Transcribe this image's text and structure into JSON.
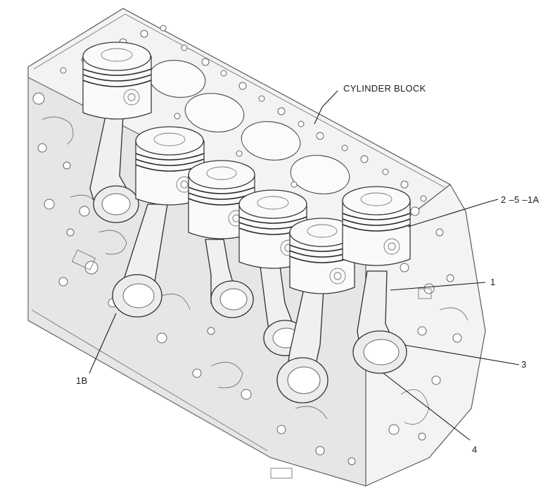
{
  "labels": {
    "cylinder_block": "CYLINDER BLOCK",
    "ref_2_5_1a": "2 –5 –1A",
    "ref_1": "1",
    "ref_1b": "1B",
    "ref_3": "3",
    "ref_4": "4"
  }
}
